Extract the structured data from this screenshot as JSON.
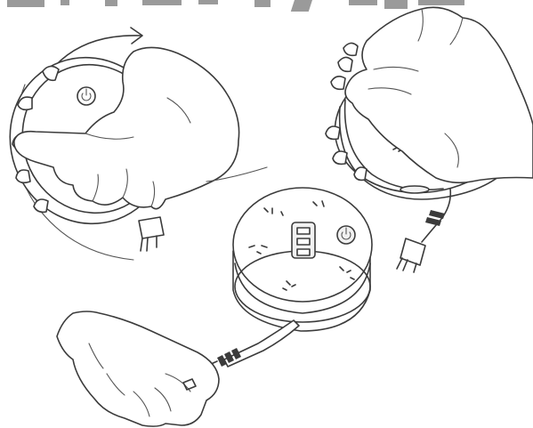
{
  "illustration": {
    "description_icons": [
      "rotate-arrow-icon",
      "power-button-icon",
      "plug-icon",
      "hand-icon"
    ],
    "colors": {
      "line": "#3b3b3b",
      "background": "#ffffff",
      "top_banner": "#9a9a9a"
    },
    "panels": [
      {
        "id": "step-twist-open"
      },
      {
        "id": "step-lift-top"
      },
      {
        "id": "step-pull-cord"
      }
    ]
  }
}
